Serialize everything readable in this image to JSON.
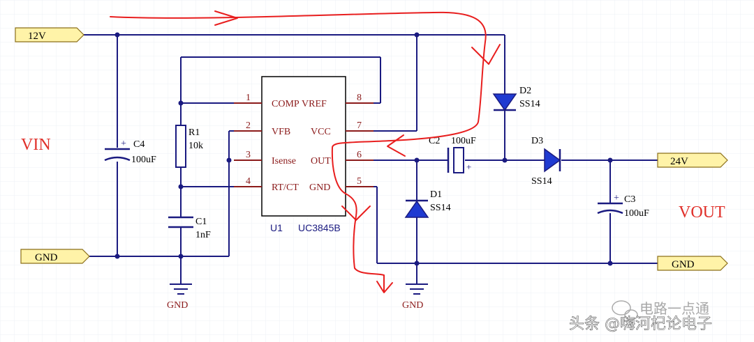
{
  "colors": {
    "background": "#ffffff",
    "grid": "#eef0f6",
    "wire": "#1a1a80",
    "pin": "#8b1a1a",
    "text_dark": "#8b1a1a",
    "component_body": "#1a1a80",
    "diode_fill": "#1f3ad1",
    "port_fill": "#fff3a8",
    "port_stroke": "#8b6f1a",
    "annotation": "#e81e1e",
    "big_label": "#e0302a",
    "watermark": "#8c8c8c"
  },
  "ports": {
    "vin_12v": "12V",
    "gnd_in": "GND",
    "out_24v": "24V",
    "gnd_out": "GND"
  },
  "labels": {
    "vin": "VIN",
    "vout": "VOUT"
  },
  "ic": {
    "ref": "U1",
    "part": "UC3845B",
    "pins": [
      {
        "num": "1",
        "name": "COMP"
      },
      {
        "num": "2",
        "name": "VFB"
      },
      {
        "num": "3",
        "name": "Isense"
      },
      {
        "num": "4",
        "name": "RT/CT"
      },
      {
        "num": "8",
        "name": "VREF"
      },
      {
        "num": "7",
        "name": "VCC"
      },
      {
        "num": "6",
        "name": "OUT"
      },
      {
        "num": "5",
        "name": "GND"
      }
    ]
  },
  "components": {
    "c4": {
      "ref": "C4",
      "value": "100uF"
    },
    "r1": {
      "ref": "R1",
      "value": "10k"
    },
    "c1": {
      "ref": "C1",
      "value": "1nF"
    },
    "c2": {
      "ref": "C2",
      "value": "100uF"
    },
    "d1": {
      "ref": "D1",
      "value": "SS14"
    },
    "d2": {
      "ref": "D2",
      "value": "SS14"
    },
    "d3": {
      "ref": "D3",
      "value": "SS14"
    },
    "c3": {
      "ref": "C3",
      "value": "100uF"
    }
  },
  "gnd_symbols": {
    "left": "GND",
    "right": "GND"
  },
  "watermark": {
    "brand": "电路一点通",
    "author": "头条 @嗨河杞论电子"
  }
}
